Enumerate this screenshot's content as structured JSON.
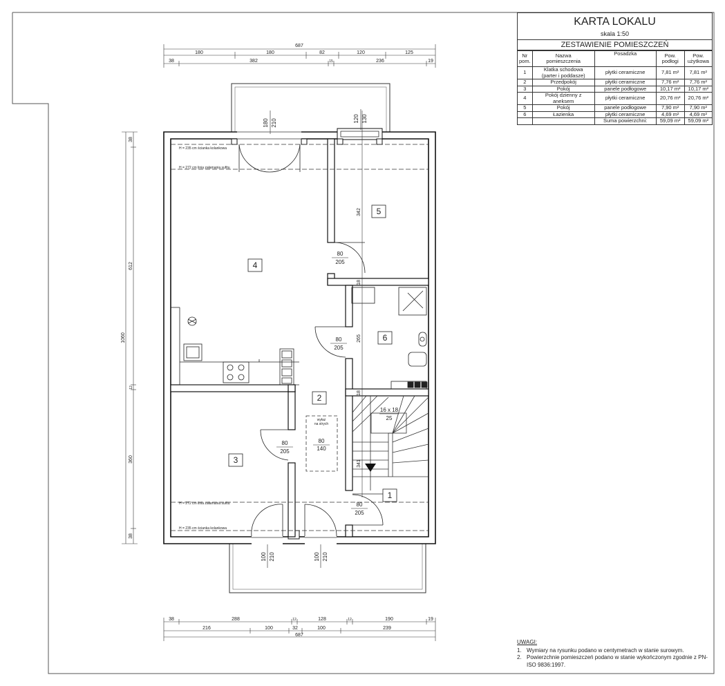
{
  "card": {
    "title": "KARTA LOKALU",
    "scale": "skala 1:50",
    "subtitle": "ZESTAWIENIE POMIESZCZEŃ",
    "headers": {
      "nr": [
        "Nr",
        "pom."
      ],
      "name": [
        "Nazwa",
        "pomieszczenia"
      ],
      "floor": "Posadzka",
      "area_floor": [
        "Pow.",
        "podłogi"
      ],
      "area_usable": [
        "Pow.",
        "użytkowa"
      ]
    },
    "rows": [
      {
        "nr": "1",
        "name": "Klatka schodowa",
        "name2": "(parter i poddasze)",
        "floor": "płytki ceramiczne",
        "area_floor": "7,81 m²",
        "area_usable": "7,81 m²"
      },
      {
        "nr": "2",
        "name": "Przedpokój",
        "name2": "",
        "floor": "płytki ceramiczne",
        "area_floor": "7,76 m²",
        "area_usable": "7,76 m²"
      },
      {
        "nr": "3",
        "name": "Pokój",
        "name2": "",
        "floor": "panele podłogowe",
        "area_floor": "10,17 m²",
        "area_usable": "10,17 m²"
      },
      {
        "nr": "4",
        "name": "Pokój dzienny z aneksem",
        "name2": "",
        "floor": "płytki ceramiczne",
        "area_floor": "20,76 m²",
        "area_usable": "20,76 m²"
      },
      {
        "nr": "5",
        "name": "Pokój",
        "name2": "",
        "floor": "panele podłogowe",
        "area_floor": "7,90 m²",
        "area_usable": "7,90 m²"
      },
      {
        "nr": "6",
        "name": "Łazienka",
        "name2": "",
        "floor": "płytki ceramiczne",
        "area_floor": "4,69 m²",
        "area_usable": "4,69 m²"
      }
    ],
    "sum_label": "Suma powierzchni:",
    "sum_floor": "59,09 m²",
    "sum_usable": "59,09 m²"
  },
  "notes": {
    "heading": "UWAGI:",
    "items": [
      {
        "n": "1.",
        "text": "Wymiary na rysunku podano w centymetrach w stanie surowym."
      },
      {
        "n": "2.",
        "text": "Powierzchnie pomieszczeń podano w stanie wykończonym zgodnie z PN-ISO 9836:1997."
      }
    ]
  },
  "plan": {
    "rooms": {
      "r1": "1",
      "r2": "2",
      "r3": "3",
      "r4": "4",
      "r5": "5",
      "r6": "6"
    },
    "dims_top": {
      "total": "687",
      "t1": "180",
      "t2": "180",
      "t3": "82",
      "t4": "120",
      "t5": "125",
      "b1": "38",
      "b2": "382",
      "b3": "15",
      "b4": "236",
      "b5": "19"
    },
    "dims_bottom": {
      "total": "687",
      "t1": "38",
      "t2": "288",
      "t3": "12",
      "t4": "128",
      "t5": "12",
      "t6": "190",
      "t7": "19",
      "b1": "216",
      "b2": "100",
      "b3": "32",
      "b4": "100",
      "b5": "239"
    },
    "dims_left": {
      "total": "1060",
      "a": "38",
      "b": "612",
      "c": "12",
      "d": "360",
      "e": "38"
    },
    "window_top_left": {
      "w": "180",
      "h": "210"
    },
    "window_top_right": {
      "w": "120",
      "h": "130"
    },
    "window_bottom_left": {
      "w": "100",
      "h": "210"
    },
    "window_bottom_right": {
      "w": "100",
      "h": "210"
    },
    "door_5": {
      "w": "80",
      "h": "205"
    },
    "door_2": {
      "w": "80",
      "h": "205"
    },
    "door_3": {
      "w": "80",
      "h": "205"
    },
    "door_1": {
      "w": "80",
      "h": "205"
    },
    "attic": {
      "label1": "wyłaz",
      "label2": "na strych",
      "w": "80",
      "h": "140"
    },
    "stairs": {
      "count": "16 x 18",
      "tread": "25"
    },
    "vert_dims": {
      "d342": "342",
      "d18a": "18",
      "d265": "265",
      "d18b": "18",
      "d341": "341"
    },
    "notes_lines": {
      "h235_top": "H = 235 cm ścianka kolankowa",
      "h272_top": "H = 272 cm linia załamania sufitu",
      "h272_bot": "H = 272 cm linia załamania sufitu",
      "h235_bot": "H = 235 cm ścianka kolankowa"
    }
  }
}
